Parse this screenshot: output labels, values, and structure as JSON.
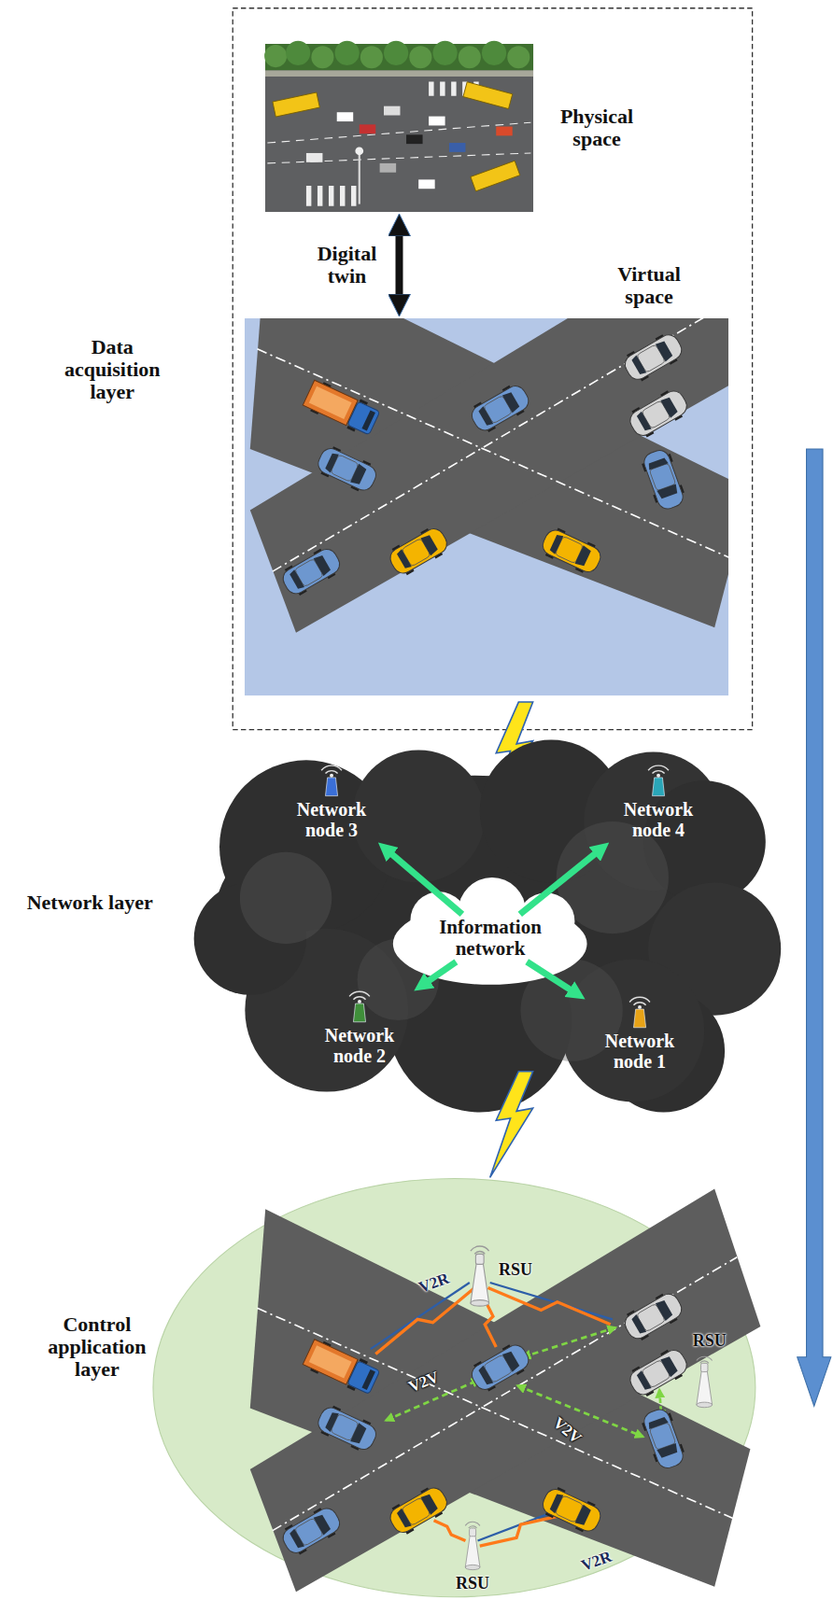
{
  "diagram": {
    "nodes": [
      {
        "text": [
          "Physical space"
        ]
      },
      {
        "text": [
          "Virtual space"
        ]
      },
      {
        "text": [
          "Network node 3"
        ]
      },
      {
        "text": [
          "Network node 4"
        ]
      },
      {
        "text": [
          "Information network"
        ]
      },
      {
        "text": [
          "Network node 2"
        ]
      },
      {
        "text": [
          "Network node 1"
        ]
      }
    ],
    "edges": [
      {
        "from": 0,
        "to": 1,
        "label": "Digital twin",
        "arrow": "both"
      },
      {
        "from": 4,
        "to": 2,
        "arrow": "to"
      },
      {
        "from": 4,
        "to": 3,
        "arrow": "to"
      },
      {
        "from": 4,
        "to": 5,
        "arrow": "to"
      },
      {
        "from": 4,
        "to": 6,
        "arrow": "to"
      }
    ],
    "labels": [
      "Data acquisition layer",
      "Network layer",
      "Control application layer",
      "RSU",
      "V2R",
      "RSU",
      "V2V",
      "V2V",
      "V2R",
      "RSU"
    ]
  }
}
